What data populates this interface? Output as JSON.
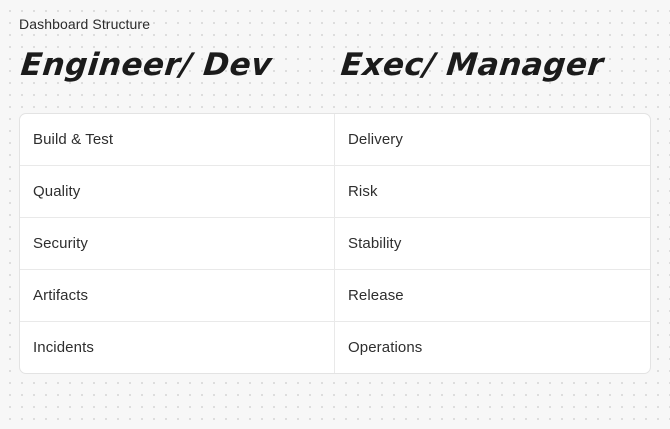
{
  "page": {
    "title": "Dashboard Structure",
    "background_color": "#f7f7f7",
    "dot_color": "#d4d4d4",
    "card_color": "#ffffff",
    "border_color": "#e3e3e3",
    "divider_color": "#e9e9e9",
    "text_color": "#2e2e2e"
  },
  "headings": {
    "left": "Engineer/ Dev",
    "right": "Exec/ Manager"
  },
  "matrix": {
    "columns": [
      "Engineer/ Dev",
      "Exec/ Manager"
    ],
    "rows": [
      {
        "left": "Build & Test",
        "right": "Delivery"
      },
      {
        "left": "Quality",
        "right": "Risk"
      },
      {
        "left": "Security",
        "right": "Stability"
      },
      {
        "left": "Artifacts",
        "right": "Release"
      },
      {
        "left": "Incidents",
        "right": "Operations"
      }
    ]
  }
}
